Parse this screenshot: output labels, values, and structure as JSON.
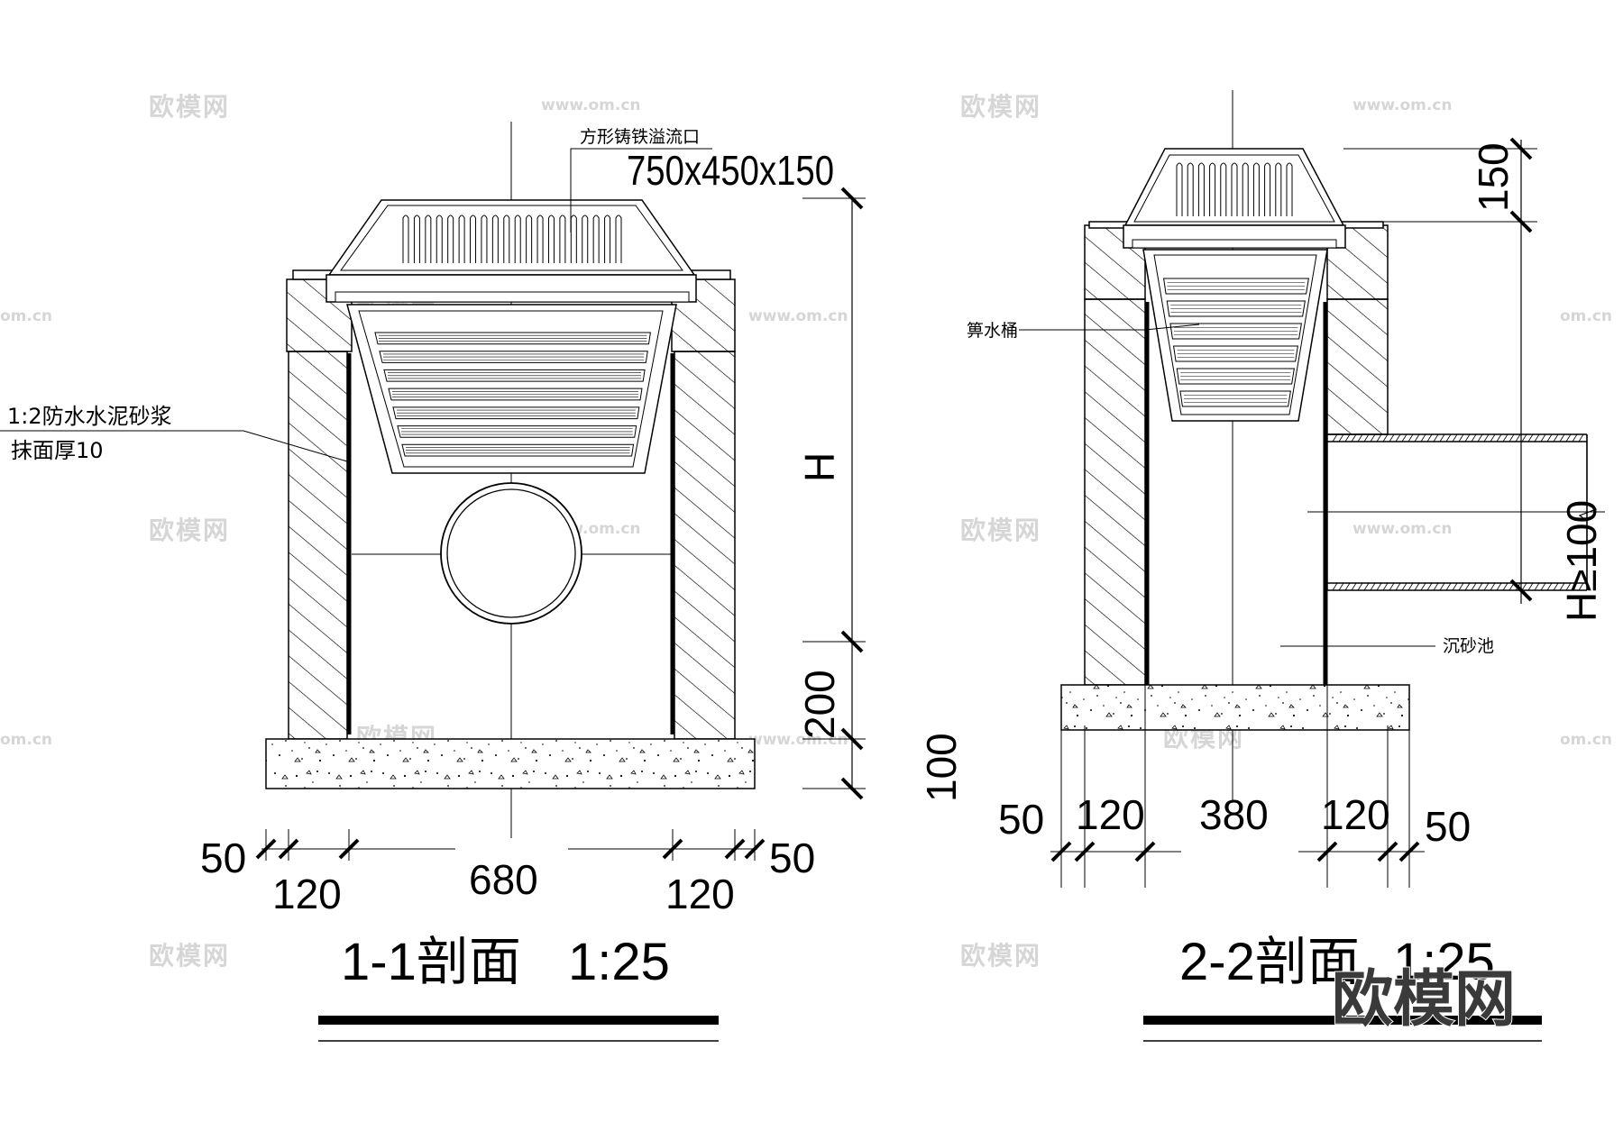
{
  "section_1": {
    "title": "1-1剖面",
    "scale": "1:25",
    "grate_label": "方形铸铁溢流口",
    "grate_size": "750x450x150",
    "mortar_label_1": "1:2防水水泥砂浆",
    "mortar_label_2": "抹面厚10",
    "dim_H": "H",
    "dim_200": "200",
    "dim_100": "100",
    "dim_50_left": "50",
    "dim_120_left": "120",
    "dim_680": "680",
    "dim_120_right": "120",
    "dim_50_right": "50"
  },
  "section_2": {
    "title": "2-2剖面",
    "scale": "1:25",
    "bucket_label": "箅水桶",
    "sand_label": "沉砂池",
    "dim_150": "150",
    "dim_H_min": "H≥100",
    "dim_50_left": "50",
    "dim_120_left": "120",
    "dim_380": "380",
    "dim_120_right": "120",
    "dim_50_right": "50"
  },
  "watermark": {
    "brand": "欧模网",
    "url": "www.om.cn",
    "url_short": "om.cn"
  },
  "logo_text": "欧模网"
}
